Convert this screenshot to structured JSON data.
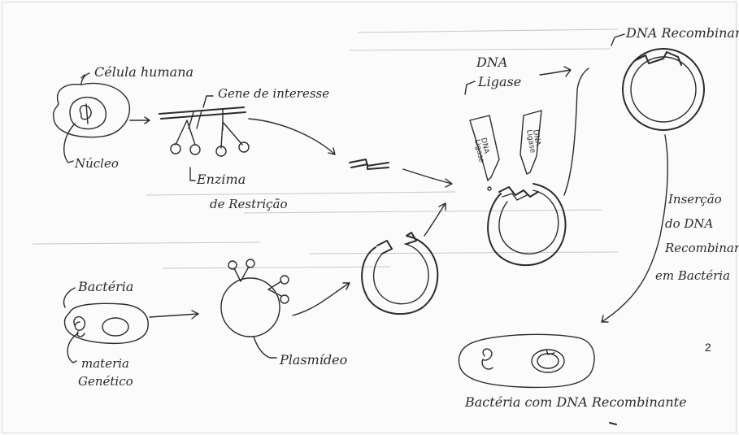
{
  "labels": {
    "celula_humana": "Célula humana",
    "nucleo": "Núcleo",
    "gene_interesse": "Gene de interesse",
    "enzima_1": "Enzima",
    "enzima_2": "de Restrição",
    "dna_ligase_title_1": "DNA",
    "dna_ligase_title_2": "Ligase",
    "tube_label_1": "DNA",
    "tube_label_2": "Ligase",
    "dna_recombinante_top": "DNA Recombinan",
    "insercao_1": "Inserção",
    "insercao_2": "do DNA",
    "insercao_3": "Recombinan",
    "insercao_4": "em Bactéria",
    "bacteria": "Bactéria",
    "materia_1": "materia",
    "materia_2": "Genético",
    "plasmideo": "Plasmídeo",
    "bacteria_final": "Bactéria com DNA Recombinante",
    "page_number": "2"
  },
  "colors": {
    "ink": "#2b2b2b",
    "paper": "#fbfbfb"
  }
}
